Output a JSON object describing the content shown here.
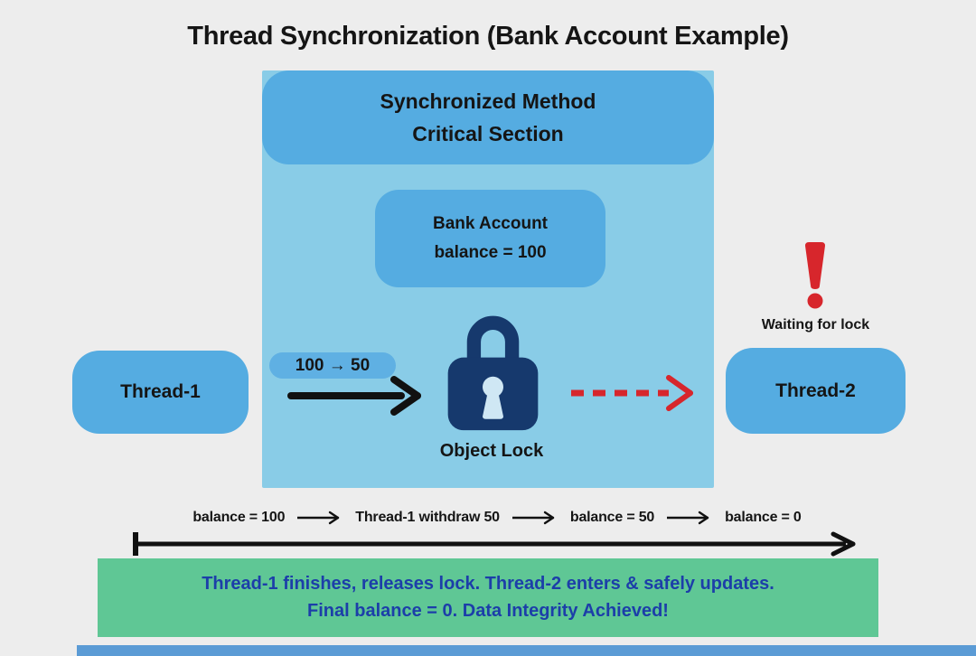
{
  "title": "Thread Synchronization (Bank Account Example)",
  "critical_section": {
    "title_line1": "Synchronized Method",
    "title_line2": "Critical Section"
  },
  "bank_account": {
    "name": "Bank Account",
    "balance": "balance = 100"
  },
  "object_lock": {
    "label": "Object Lock"
  },
  "thread1": {
    "label": "Thread-1",
    "transition_badge": "100 → 50"
  },
  "thread2": {
    "label": "Thread-2",
    "status": "Waiting for lock"
  },
  "timeline": {
    "steps": [
      "balance = 100",
      "Thread-1 withdraw 50",
      "balance = 50",
      "balance = 0"
    ]
  },
  "summary": {
    "line1": "Thread-1 finishes, releases lock. Thread-2 enters & safely updates.",
    "line2": "Final balance = 0. Data Integrity Achieved!"
  },
  "icons": {
    "lock": "padlock-icon",
    "alert": "exclamation-icon"
  },
  "colors": {
    "background": "#ededed",
    "container_blue": "#89cce7",
    "box_blue": "#55ace1",
    "badge_blue": "#5fb0e3",
    "lock_navy": "#16396d",
    "alert_red": "#d7262c",
    "summary_green": "#5fc795",
    "summary_text_blue": "#1c3ea9",
    "footer_blue": "#5b9bd5",
    "text_black": "#151515"
  }
}
